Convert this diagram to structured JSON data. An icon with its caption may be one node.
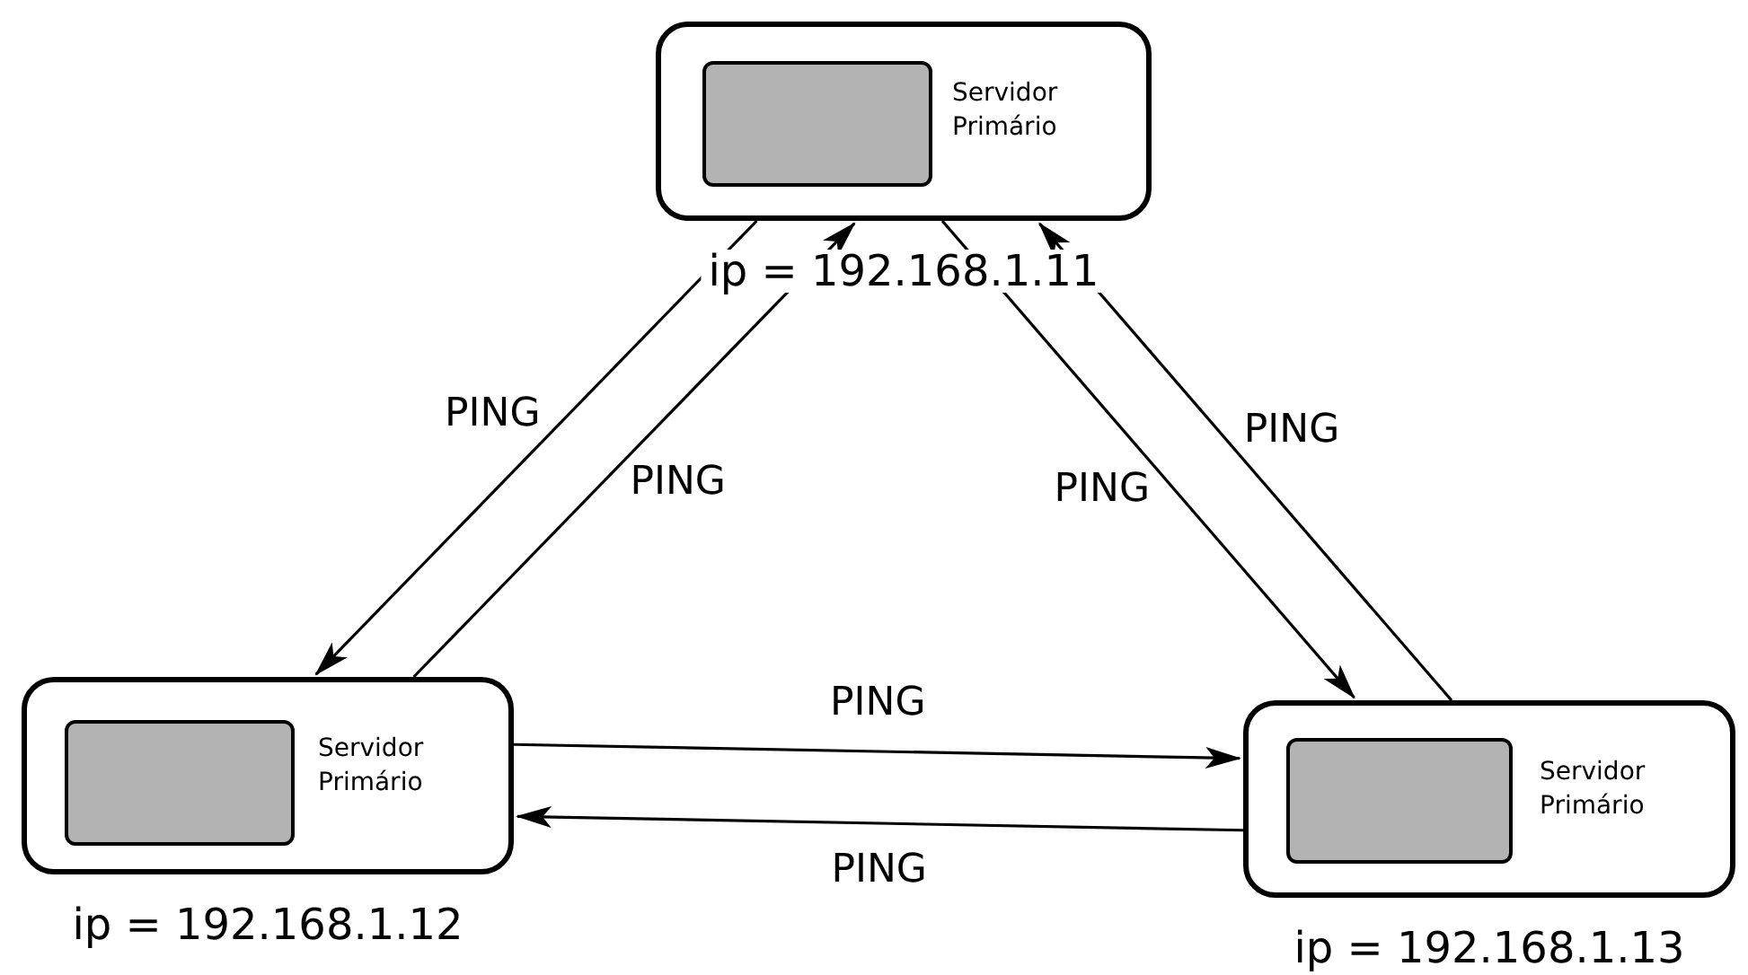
{
  "diagram": {
    "nodes": [
      {
        "text": [
          "Servidor Primário"
        ],
        "beside": [
          "ip = 192.168.1.11"
        ]
      },
      {
        "text": [],
        "shape": "box",
        "in": 0
      },
      {
        "text": [
          "Servidor Primário"
        ],
        "beside": [
          "ip = 192.168.1.12"
        ]
      },
      {
        "text": [],
        "shape": "box",
        "in": 2
      },
      {
        "text": [
          "Servidor Primário"
        ],
        "beside": [
          "ip = 192.168.1.13"
        ]
      },
      {
        "text": [],
        "shape": "box",
        "in": 4
      }
    ],
    "edges": [
      {
        "from": 0,
        "to": 2,
        "arrow": "to",
        "label": "PING"
      },
      {
        "from": 2,
        "to": 0,
        "arrow": "to",
        "label": "PING"
      },
      {
        "from": 0,
        "to": 4,
        "arrow": "to",
        "label": "PING"
      },
      {
        "from": 4,
        "to": 0,
        "arrow": "to",
        "label": "PING"
      },
      {
        "from": 2,
        "to": 4,
        "arrow": "to",
        "label": "PING"
      },
      {
        "from": 4,
        "to": 2,
        "arrow": "to",
        "label": "PING"
      }
    ]
  }
}
